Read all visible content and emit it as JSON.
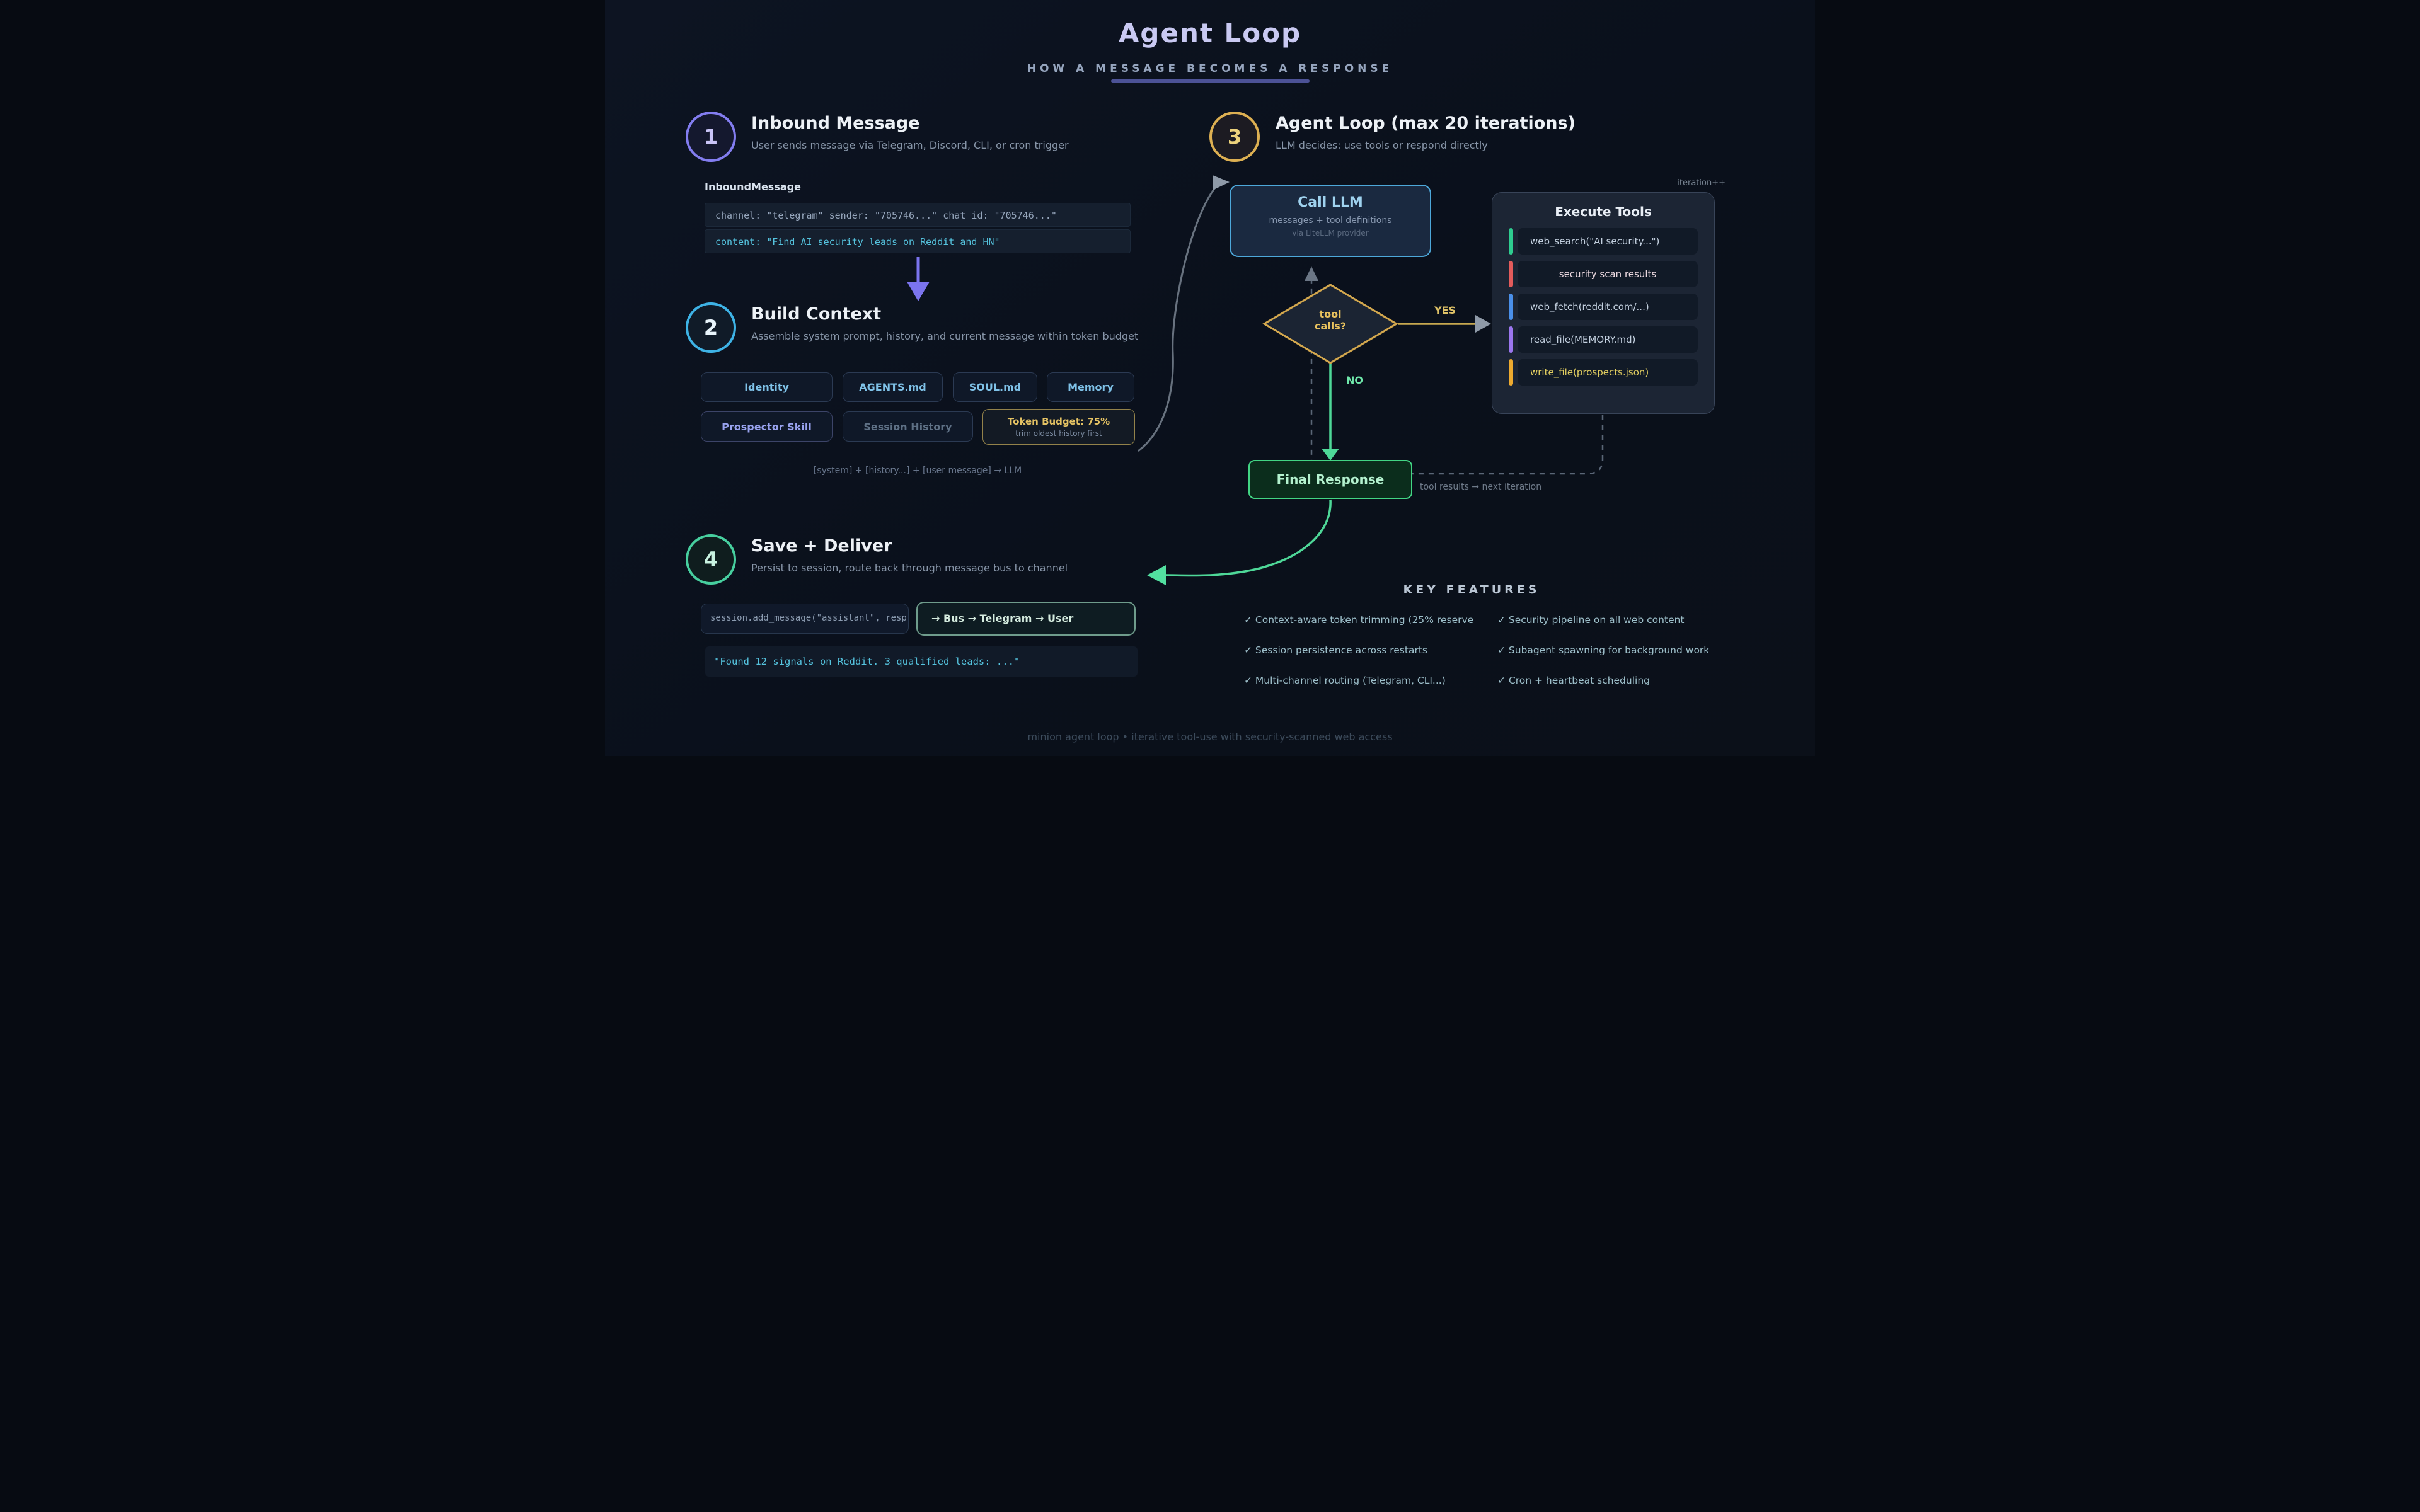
{
  "header": {
    "title": "Agent Loop",
    "subtitle": "HOW A MESSAGE BECOMES A RESPONSE"
  },
  "step1": {
    "number": "1",
    "title": "Inbound Message",
    "subtitle": "User sends message via Telegram, Discord, CLI, or cron trigger",
    "code_label": "InboundMessage",
    "code_line1": "channel: \"telegram\" sender: \"705746...\" chat_id: \"705746...\"",
    "code_line2": "content: \"Find AI security leads on Reddit and HN\""
  },
  "step2": {
    "number": "2",
    "title": "Build Context",
    "subtitle": "Assemble system prompt, history, and current message within token budget",
    "chip_identity": "Identity",
    "chip_agents": "AGENTS.md",
    "chip_soul": "SOUL.md",
    "chip_memory": "Memory",
    "chip_prospector": "Prospector Skill",
    "chip_session": "Session History",
    "token_title": "Token Budget: 75%",
    "token_sub": "trim oldest history first",
    "formula": "[system] + [history...] + [user message] → LLM"
  },
  "step3": {
    "number": "3",
    "title": "Agent Loop (max 20 iterations)",
    "subtitle": "LLM decides: use tools or respond directly"
  },
  "flow": {
    "call_llm_title": "Call LLM",
    "call_llm_sub": "messages + tool definitions",
    "call_llm_note": "via LiteLLM provider",
    "iteration_label": "iteration++",
    "decision_line1": "tool",
    "decision_line2": "calls?",
    "yes_label": "YES",
    "no_label": "NO",
    "final_response": "Final Response",
    "loop_label": "tool results → next iteration"
  },
  "tools": {
    "title": "Execute Tools",
    "items": [
      {
        "label": "web_search(\"AI security...\")",
        "color": "#2ecc8f"
      },
      {
        "label": "security scan results",
        "color": "#e35b5b"
      },
      {
        "label": "web_fetch(reddit.com/...)",
        "color": "#4a8fe8"
      },
      {
        "label": "read_file(MEMORY.md)",
        "color": "#9b76ee"
      },
      {
        "label": "write_file(prospects.json)",
        "color": "#edaa2f"
      }
    ]
  },
  "step4": {
    "number": "4",
    "title": "Save + Deliver",
    "subtitle": "Persist to session, route back through message bus to channel",
    "code_chip": "session.add_message(\"assistant\", resp",
    "bus_chip": "→ Bus → Telegram → User",
    "result": "\"Found 12 signals on Reddit. 3 qualified leads: ...\""
  },
  "features": {
    "title": "KEY FEATURES",
    "col1": [
      "✓ Context-aware token trimming (25% reserve",
      "✓ Session persistence across restarts",
      "✓ Multi-channel routing (Telegram, CLI...)"
    ],
    "col2": [
      "✓ Security pipeline on all web content",
      "✓ Subagent spawning for background work",
      "✓ Cron + heartbeat scheduling"
    ]
  },
  "footer": "minion agent loop • iterative tool-use with security-scanned web access",
  "colors": {
    "accent_purple": "#837df0",
    "accent_cyan": "#3eb3e6",
    "accent_gold": "#ddb052",
    "accent_green": "#42d584",
    "code_cyan": "#55c3de"
  }
}
